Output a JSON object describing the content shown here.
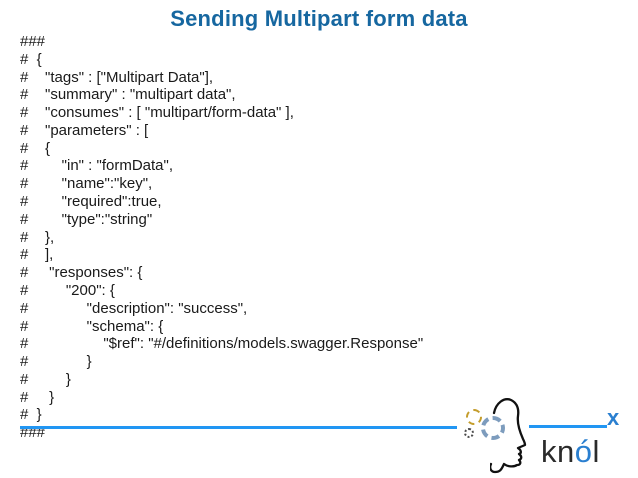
{
  "title": "Sending Multipart form data",
  "code": {
    "lines": [
      "###",
      "#  {",
      "#    \"tags\" : [\"Multipart Data\"],",
      "#    \"summary\" : \"multipart data\",",
      "#    \"consumes\" : [ \"multipart/form-data\" ],",
      "#    \"parameters\" : [",
      "#    {",
      "#        \"in\" : \"formData\",",
      "#        \"name\":\"key\",",
      "#        \"required\":true,",
      "#        \"type\":\"string\"",
      "#    },",
      "#    ],",
      "#     \"responses\": {",
      "#         \"200\": {",
      "#              \"description\": \"success\",",
      "#              \"schema\": {",
      "#                  \"$ref\": \"#/definitions/models.swagger.Response\"",
      "#              }",
      "#         }",
      "#     }",
      "#  }",
      "###"
    ]
  },
  "logo": {
    "text_kn": "kn",
    "text_o": "ó",
    "text_l": "l",
    "superscript": "x"
  },
  "colors": {
    "title_blue": "#1667a0",
    "accent_blue": "#2196f3",
    "logo_blue": "#2a7fd0",
    "gear_gold": "#c49d2c",
    "gear_slate": "#7d9cbd",
    "gear_gray": "#4a4a4a",
    "code_text": "#1a1a1a"
  }
}
